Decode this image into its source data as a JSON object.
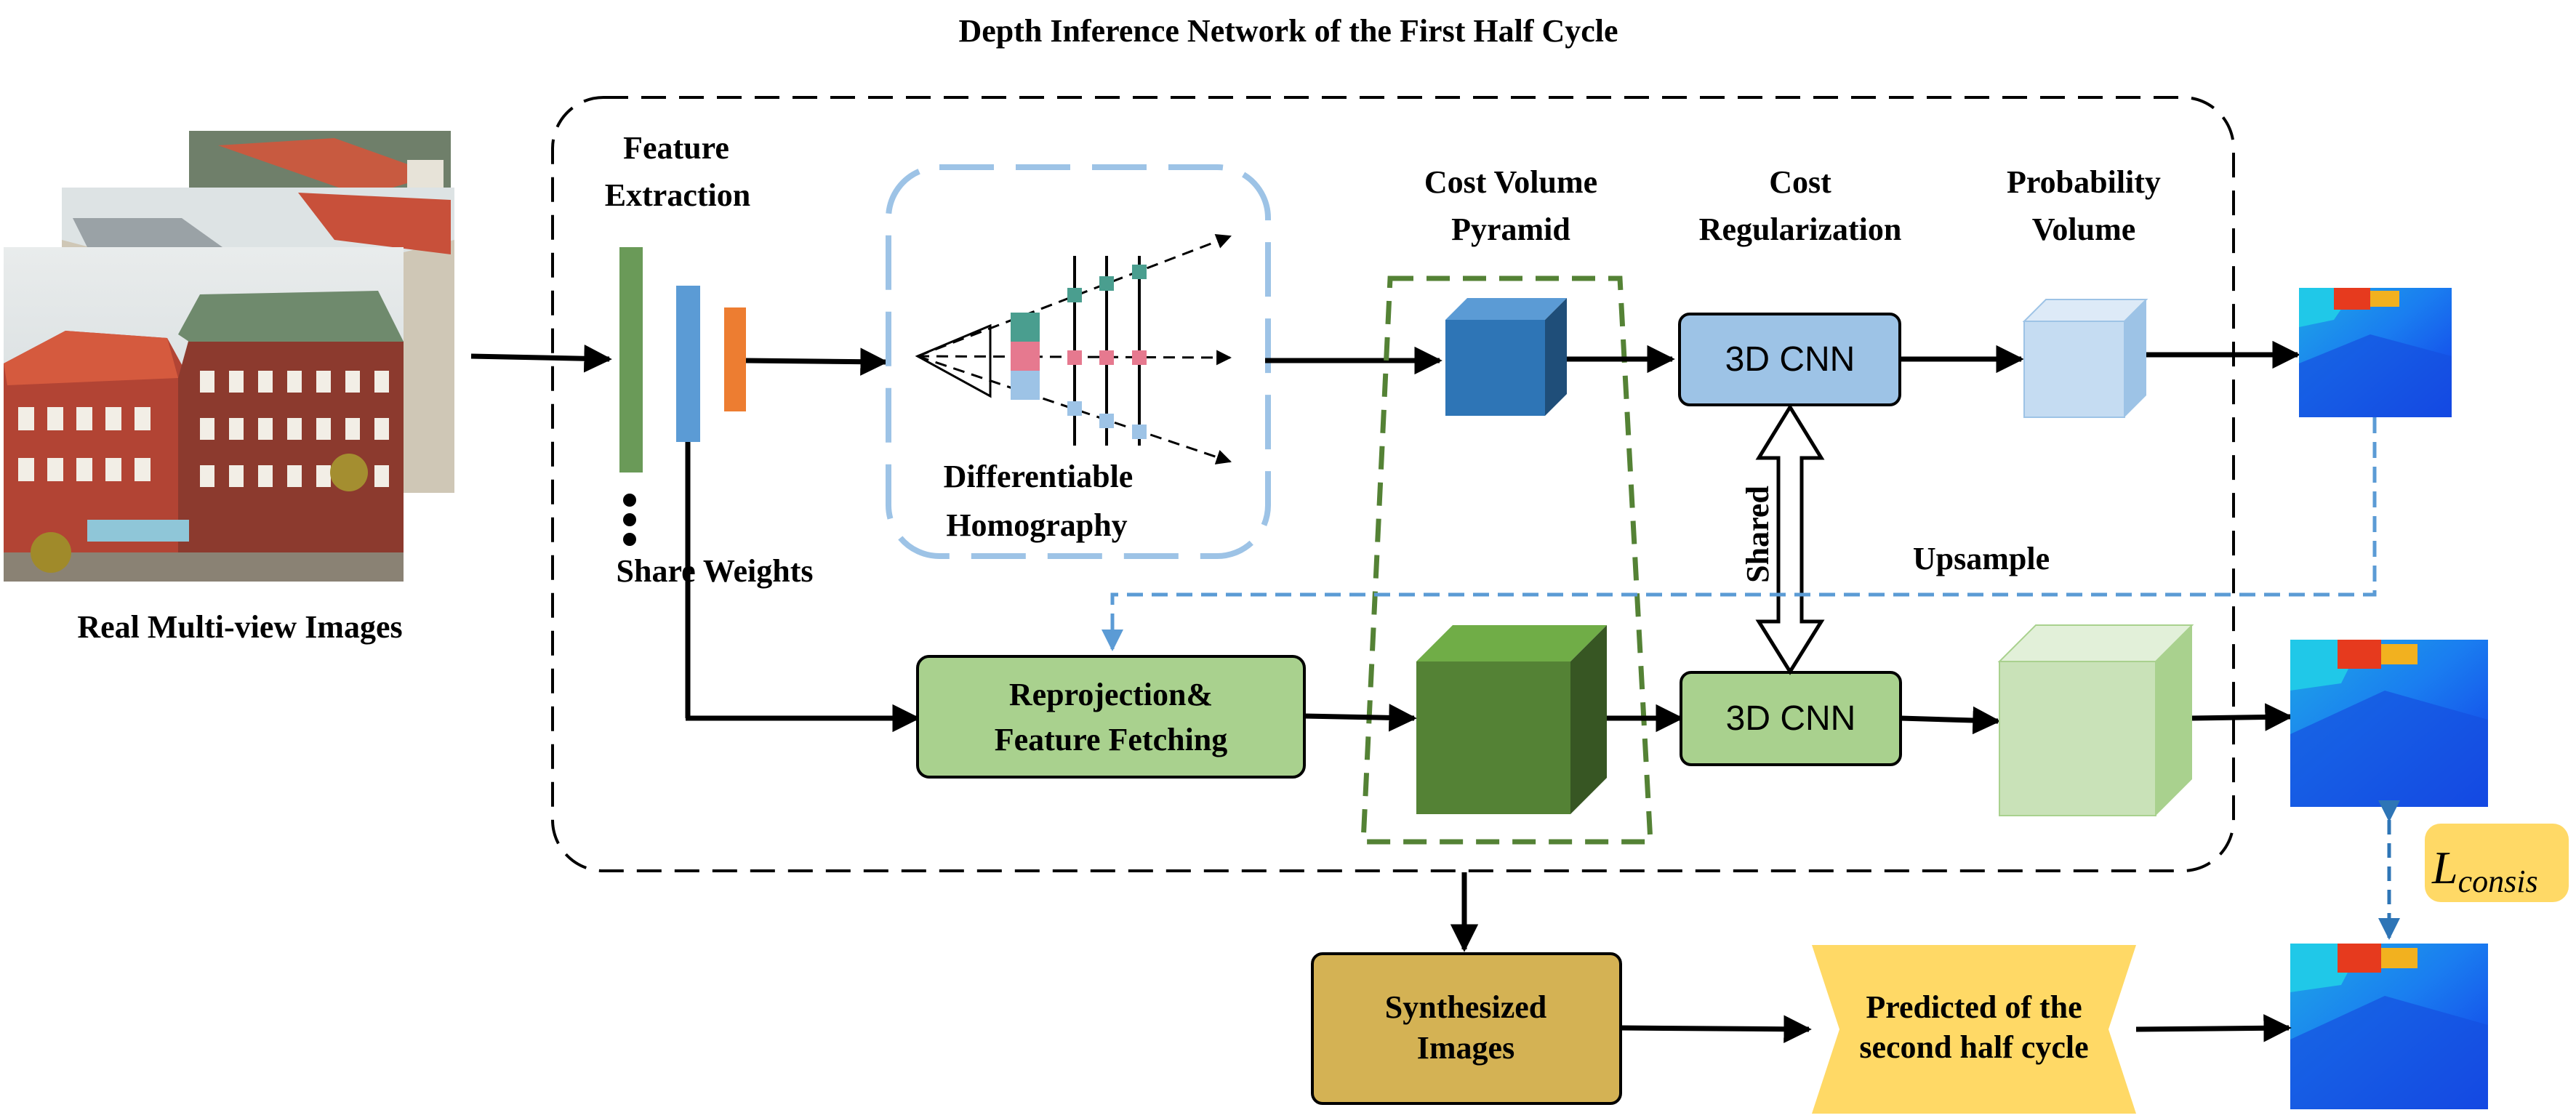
{
  "title": "Depth Inference Network of the First Half Cycle",
  "input": {
    "caption": "Real Multi-view Images"
  },
  "feature_extraction": {
    "title_line1": "Feature",
    "title_line2": "Extraction",
    "share_label": "Share Weights"
  },
  "homography": {
    "label_line1": "Differentiable",
    "label_line2": "Homography"
  },
  "headers": {
    "cost_volume_line1": "Cost Volume",
    "cost_volume_line2": "Pyramid",
    "regularization_line1": "Cost",
    "regularization_line2": "Regularization",
    "probability_line1": "Probability",
    "probability_line2": "Volume"
  },
  "cnn_top": {
    "label": "3D CNN"
  },
  "cnn_bottom": {
    "label": "3D CNN"
  },
  "shared_label": "Shared",
  "upsample_label": "Upsample",
  "reprojection": {
    "line1": "Reprojection&",
    "line2": "Feature Fetching"
  },
  "synthesized": {
    "line1": "Synthesized",
    "line2": "Images"
  },
  "predicted": {
    "line1": "Predicted of the",
    "line2": "second half cycle"
  },
  "loss": {
    "symbol": "L",
    "subscript": "consis"
  },
  "colors": {
    "green_bar": "#6a9a58",
    "blue_bar": "#5b9bd5",
    "orange_bar": "#ed7d31",
    "cube_blue": "#2e75b6",
    "cube_green": "#548235",
    "cnn_blue": "#9dc3e6",
    "cnn_green": "#a9d18e",
    "prob_blue": "#c5dcf2",
    "prob_green": "#c9e2b8",
    "synth": "#d4b254",
    "predicted": "#ffd966",
    "loss_bg": "#ffd966",
    "dashed_blue": "#5b9bd5",
    "dashed_green": "#548235"
  }
}
